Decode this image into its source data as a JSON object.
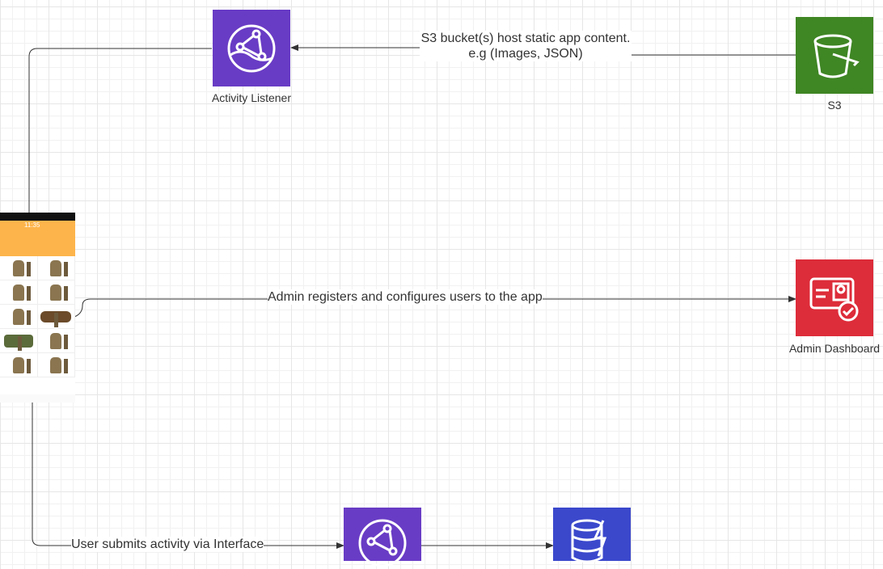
{
  "nodes": {
    "activity_listener": {
      "label": "Activity Listener",
      "icon": "cloudfront-icon",
      "color": "#693cc5"
    },
    "s3": {
      "label": "S3",
      "icon": "s3-bucket-icon",
      "color": "#3f8624"
    },
    "admin_dashboard": {
      "label": "Admin Dashboard",
      "icon": "admin-dashboard-icon",
      "color": "#dd2c3a"
    },
    "submit_endpoint": {
      "label": "",
      "icon": "cloudfront-icon",
      "color": "#693cc5"
    },
    "database": {
      "label": "",
      "icon": "dynamodb-icon",
      "color": "#3b48cc"
    },
    "mobile_app": {
      "label": "",
      "icon": "mobile-app-screenshot",
      "status_time": "11:35"
    }
  },
  "edges": {
    "s3_to_listener": {
      "line1": "S3 bucket(s) host static app content.",
      "line2": "e.g (Images, JSON)"
    },
    "app_to_admin": {
      "label": "Admin registers and configures users to the app"
    },
    "app_to_submit": {
      "label": "User submits activity via  Interface"
    }
  }
}
